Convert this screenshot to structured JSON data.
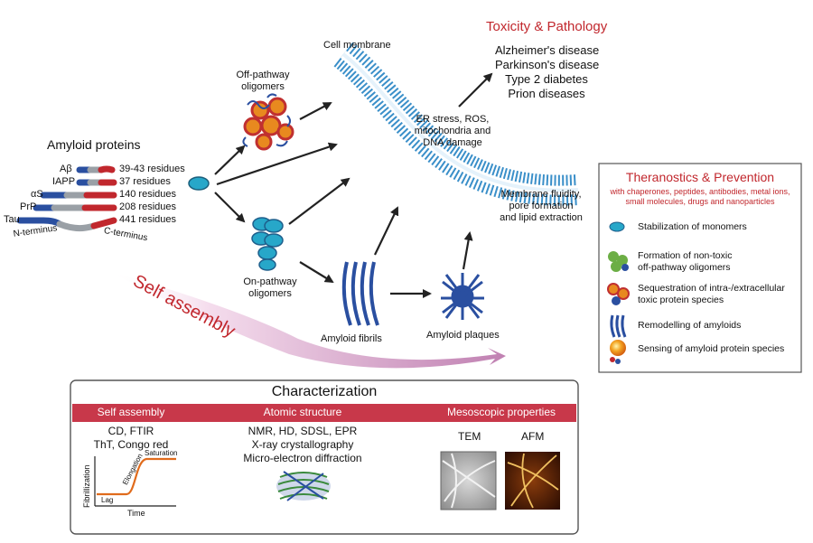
{
  "toxicity": {
    "title": "Toxicity & Pathology",
    "diseases": [
      "Alzheimer's disease",
      "Parkinson's disease",
      "Type 2 diabetes",
      "Prion diseases"
    ]
  },
  "cell_membrane": "Cell membrane",
  "off_pathway": [
    "Off-pathway",
    "oligomers"
  ],
  "on_pathway": [
    "On-pathway",
    "oligomers"
  ],
  "amyloid_fibrils": "Amyloid fibrils",
  "amyloid_plaques": "Amyloid plaques",
  "er_stress": [
    "ER stress, ROS,",
    "mitochondria and",
    "DNA damage"
  ],
  "membrane_effects": [
    "Membrane fluidity,",
    "pore formation",
    "and lipid extraction"
  ],
  "amyloid_proteins": {
    "title": "Amyloid proteins",
    "proteins": [
      {
        "name": "Aβ",
        "residues": "39-43 residues"
      },
      {
        "name": "IAPP",
        "residues": "37 residues"
      },
      {
        "name": "αS",
        "residues": "140 residues"
      },
      {
        "name": "PrP",
        "residues": "208 residues"
      },
      {
        "name": "Tau",
        "residues": "441 residues"
      }
    ],
    "n_terminus": "N-terminus",
    "c_terminus": "C-terminus"
  },
  "self_assembly_arrow": "Self assembly",
  "theranostics": {
    "title": "Theranostics & Prevention",
    "subtitle": [
      "with chaperones, peptides, antibodies, metal ions,",
      "small molecules, drugs and nanoparticles"
    ],
    "items": [
      {
        "lines": [
          "Stabilization of monomers"
        ]
      },
      {
        "lines": [
          "Formation of non-toxic",
          "off-pathway oligomers"
        ]
      },
      {
        "lines": [
          "Sequestration of intra-/extracellular",
          "toxic protein species"
        ]
      },
      {
        "lines": [
          "Remodelling of amyloids"
        ]
      },
      {
        "lines": [
          "Sensing of amyloid protein species"
        ]
      }
    ]
  },
  "characterization": {
    "title": "Characterization",
    "headers": [
      "Self assembly",
      "Atomic structure",
      "Mesoscopic properties"
    ],
    "self_assembly_methods": [
      "CD, FTIR",
      "ThT, Congo red"
    ],
    "atomic_methods": [
      "NMR, HD, SDSL, EPR",
      "X-ray crystallography",
      "Micro-electron diffraction"
    ],
    "meso_methods": [
      "TEM",
      "AFM"
    ],
    "curve_labels": {
      "y": "Fibrillization",
      "x": "Time",
      "lag": "Lag",
      "elongation": "Elongation",
      "saturation": "Saturation"
    }
  },
  "colors": {
    "accent_red": "#c1272d",
    "header_red": "#c8384a",
    "teal": "#2a9bc4",
    "blue": "#2a4fa0",
    "curve_orange": "#e06b1c"
  }
}
